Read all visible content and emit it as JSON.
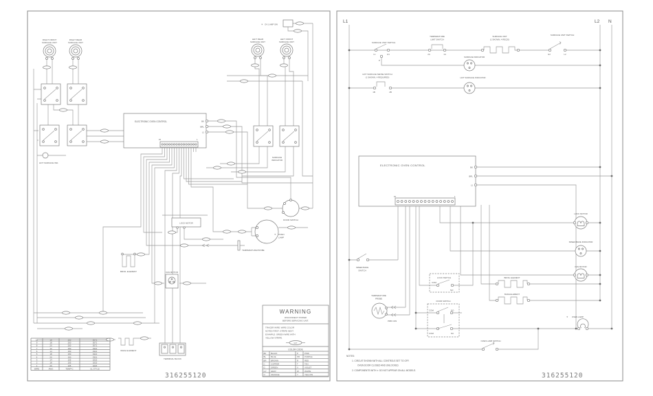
{
  "part_number": "316255120",
  "colors": {
    "wire": "#979797",
    "outline": "#7c7c7c",
    "text": "#585858"
  },
  "lp": {
    "units": [
      {
        "l1": "RIGHT FRONT",
        "l2": "SURFACE UNIT"
      },
      {
        "l1": "RIGHT REAR",
        "l2": "SURFACE UNIT"
      },
      {
        "l1": "LEFT REAR",
        "l2": "SURFACE UNIT"
      },
      {
        "l1": "LEFT FRONT",
        "l2": "SURFACE UNIT"
      }
    ],
    "ast": "✳",
    "ovsw": "OV LAMP SW",
    "eoc": "ELECTRONIC OVEN CONTROL",
    "pin15": "15",
    "pin1": "1",
    "bk": "BK",
    "brl": "BRL",
    "l1": "L1",
    "hsi": "HOT SURFACE IND.",
    "si1": "SURFACE",
    "si2": "INDICATOR",
    "lock": "LOCK MOTOR",
    "door": "DOOR SWITCH",
    "ol1": "OVEN",
    "ol2": "LAMP",
    "probe": "TEMPERATURE PROBE",
    "broil": "BROIL ELEMENT",
    "fan": "FAN MOTOR",
    "bake": "BAKE ELEMENT",
    "tb": "TERMINAL BLOCK"
  },
  "warn": {
    "title": "WARNING",
    "s1": "DISCONNECT POWER",
    "s2": "BEFORE SERVICING UNIT.",
    "b1": "TRACER WIRE:  WIRE COLOR",
    "b2": "NOTED FIRST, STRIPE NEXT.",
    "b3": "EXAMPLE:  GREEN WIRE WITH",
    "b4": "YELLOW STRIPE.",
    "ex": "G/Y",
    "cc": "COLOR CODE",
    "codes": [
      [
        "BK",
        "BLACK",
        "P",
        "PINK"
      ],
      [
        "BL",
        "BLUE",
        "PR",
        "PURPLE"
      ],
      [
        "BR",
        "BROWN",
        "R",
        "RED"
      ],
      [
        "C",
        "COPPER",
        "T",
        "TAN"
      ],
      [
        "G",
        "GREEN",
        "V",
        "VIOLET"
      ],
      [
        "GY",
        "GRAY",
        "W",
        "WHITE"
      ],
      [
        "O",
        "ORANGE",
        "Y",
        "YELLOW"
      ]
    ]
  },
  "wt": {
    "h": [
      "WIRE",
      "AWG",
      "TEMP°C",
      "UL STYLE"
    ],
    "rows": [
      [
        "10",
        "18",
        "200",
        "3071"
      ],
      [
        "9",
        "18",
        "200",
        "3071"
      ],
      [
        "8",
        "20",
        "200",
        "3071"
      ],
      [
        "7",
        "12",
        "150",
        "3321"
      ],
      [
        "6",
        "14",
        "150",
        "3321"
      ],
      [
        "5",
        "18",
        "150",
        "3321"
      ],
      [
        "4",
        "20",
        "150",
        "3321"
      ],
      [
        "3",
        "14",
        "105",
        "1015"
      ],
      [
        "2",
        "18",
        "105",
        "1015"
      ],
      [
        "1",
        "20",
        "105",
        "1015"
      ]
    ]
  },
  "rp": {
    "l1": "L1",
    "l2": "L2",
    "n": "N",
    "sus": "SURFACE UNIT SWITCH",
    "tl1": "L1",
    "tp": "P",
    "th1": "H1",
    "tls1": "TEMPERATURE",
    "tls2": "LIMIT SWITCH",
    "t2a": "2A",
    "t1a": "1A",
    "su1": "SURFACE UNIT",
    "su2": "(1 SHOWN, 4 REQ'D)",
    "th2": "H2",
    "tl2": "L2",
    "si": "SURFACE INDICATOR",
    "hss1": "HOT SURFACE SENSE SWITCH",
    "hss2": "(1 SHOWN, 4 REQUIRED)",
    "t1b": "1B",
    "t2b": "2B",
    "hsi": "HOT SURFACE INDICATOR",
    "eoc": "ELECTRONIC OVEN CONTROL",
    "pin15": "15",
    "pin1": "1",
    "bk": "BK",
    "brl": "BRL",
    "l1t": "L1",
    "lock_motor": "LOCK MOTOR",
    "sbi": "SPEED BAKE INDICATOR",
    "fan": "FAN MOTOR",
    "sbs1": "SPEED BAKE",
    "sbs2": "SWITCH",
    "lock_switch": "LOCK SWITCH",
    "com": "COM",
    "no": "NO",
    "nc": "NC",
    "tp1": "TEMPERATURE",
    "tp2": "PROBE",
    "prb": "PRB CON",
    "door": "DOOR SWITCH",
    "broil": "BROIL ELEMENT",
    "bake": "BAKE ELEMENT",
    "ast": "✳",
    "oven_lamp": "OVEN LAMP",
    "ols": "OVEN LAMP SWITCH",
    "notes_title": "NOTES:",
    "note1a": "1.  CIRCUIT SHOWN WITH ALL CONTROLS SET TO OFF.",
    "note1b": "OVEN DOOR CLOSED AND UNLOCKED.",
    "note2": "2.  COMPONENTS WITH  ✳  DO NOT APPEAR ON ALL MODELS."
  }
}
